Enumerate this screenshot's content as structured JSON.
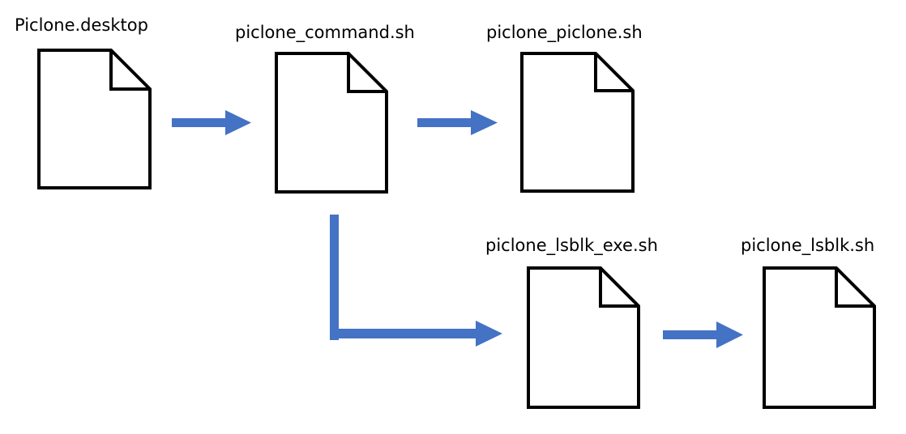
{
  "files": [
    {
      "id": "desktop",
      "label": "Piclone.desktop"
    },
    {
      "id": "command",
      "label": "piclone_command.sh"
    },
    {
      "id": "piclone",
      "label": "piclone_piclone.sh"
    },
    {
      "id": "lsblk_exe",
      "label": "piclone_lsblk_exe.sh"
    },
    {
      "id": "lsblk",
      "label": "piclone_lsblk.sh"
    }
  ],
  "flow": [
    {
      "from": "desktop",
      "to": "command"
    },
    {
      "from": "command",
      "to": "piclone"
    },
    {
      "from": "command",
      "to": "lsblk_exe"
    },
    {
      "from": "lsblk_exe",
      "to": "lsblk"
    }
  ],
  "colors": {
    "arrow": "#4472C4",
    "outline": "#000000",
    "background": "#FFFFFF"
  },
  "icons": {
    "file": "document-icon",
    "arrow": "arrow-right-icon"
  }
}
